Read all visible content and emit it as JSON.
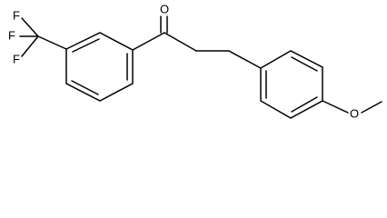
{
  "molecule": {
    "labels": {
      "f_top": "F",
      "f_middle": "F",
      "f_bottom": "F",
      "oxygen_carbonyl": "O",
      "oxygen_methoxy": "O"
    },
    "colors": {
      "bond": "#000000",
      "background": "#ffffff"
    }
  }
}
